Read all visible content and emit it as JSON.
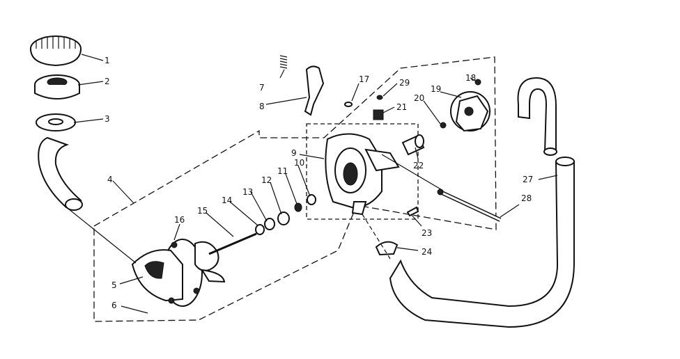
{
  "diagram": {
    "callouts": [
      {
        "id": "c1",
        "label": "1"
      },
      {
        "id": "c2",
        "label": "2"
      },
      {
        "id": "c3",
        "label": "3"
      },
      {
        "id": "c4",
        "label": "4"
      },
      {
        "id": "c5",
        "label": "5"
      },
      {
        "id": "c6",
        "label": "6"
      },
      {
        "id": "c7",
        "label": "7"
      },
      {
        "id": "c8",
        "label": "8"
      },
      {
        "id": "c9",
        "label": "9"
      },
      {
        "id": "c10",
        "label": "10"
      },
      {
        "id": "c11",
        "label": "11"
      },
      {
        "id": "c12",
        "label": "12"
      },
      {
        "id": "c13",
        "label": "13"
      },
      {
        "id": "c14",
        "label": "14"
      },
      {
        "id": "c15",
        "label": "15"
      },
      {
        "id": "c16",
        "label": "16"
      },
      {
        "id": "c17",
        "label": "17"
      },
      {
        "id": "c18",
        "label": "18"
      },
      {
        "id": "c19",
        "label": "19"
      },
      {
        "id": "c20",
        "label": "20"
      },
      {
        "id": "c21",
        "label": "21"
      },
      {
        "id": "c22",
        "label": "22"
      },
      {
        "id": "c23",
        "label": "23"
      },
      {
        "id": "c24",
        "label": "24"
      },
      {
        "id": "c27",
        "label": "27"
      },
      {
        "id": "c28",
        "label": "28"
      },
      {
        "id": "c29",
        "label": "29"
      }
    ]
  }
}
